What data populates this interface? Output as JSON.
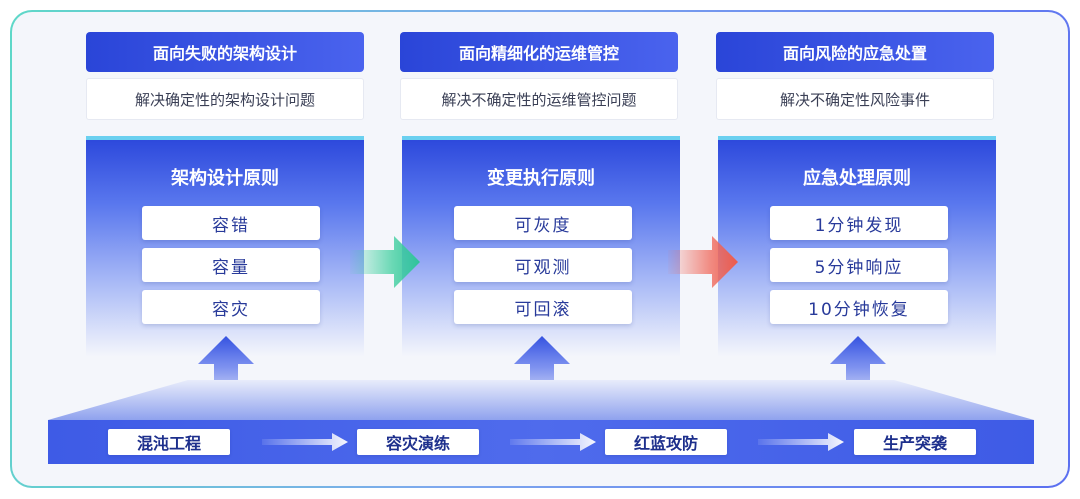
{
  "goals": [
    {
      "title": "面向失败的架构设计",
      "subtitle": "解决确定性的架构设计问题"
    },
    {
      "title": "面向精细化的运维管控",
      "subtitle": "解决不确定性的运维管控问题"
    },
    {
      "title": "面向风险的应急处置",
      "subtitle": "解决不确定性风险事件"
    }
  ],
  "principles": [
    {
      "title": "架构设计原则",
      "items": [
        "容错",
        "容量",
        "容灾"
      ]
    },
    {
      "title": "变更执行原则",
      "items": [
        "可灰度",
        "可观测",
        "可回滚"
      ]
    },
    {
      "title": "应急处理原则",
      "items": [
        "1分钟发现",
        "5分钟响应",
        "10分钟恢复"
      ]
    }
  ],
  "practices": [
    "混沌工程",
    "容灾演练",
    "红蓝攻防",
    "生产突袭"
  ],
  "colors": {
    "primary": "#2a45d8",
    "arrow_green": "#3ecf9e",
    "arrow_red": "#f0685a",
    "frame_gradient_start": "#5ed8c8",
    "frame_gradient_end": "#5b6ff0"
  },
  "icons": [
    "arrow-right-icon",
    "arrow-up-icon"
  ]
}
